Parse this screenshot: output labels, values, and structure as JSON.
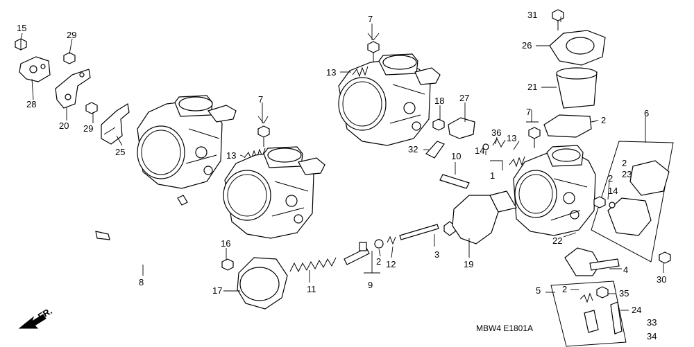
{
  "diagram": {
    "code": "MBW4 E1801A",
    "front_label": "FR.",
    "part_numbers": [
      "15",
      "28",
      "29",
      "20",
      "29",
      "25",
      "8",
      "16",
      "17",
      "11",
      "7",
      "13",
      "7",
      "13",
      "18",
      "27",
      "36",
      "10",
      "32",
      "14",
      "9",
      "12",
      "2",
      "3",
      "19",
      "1",
      "31",
      "26",
      "21",
      "2",
      "7",
      "13",
      "6",
      "2",
      "23",
      "2",
      "14",
      "22",
      "4",
      "30",
      "5",
      "2",
      "35",
      "24",
      "33",
      "34"
    ]
  }
}
